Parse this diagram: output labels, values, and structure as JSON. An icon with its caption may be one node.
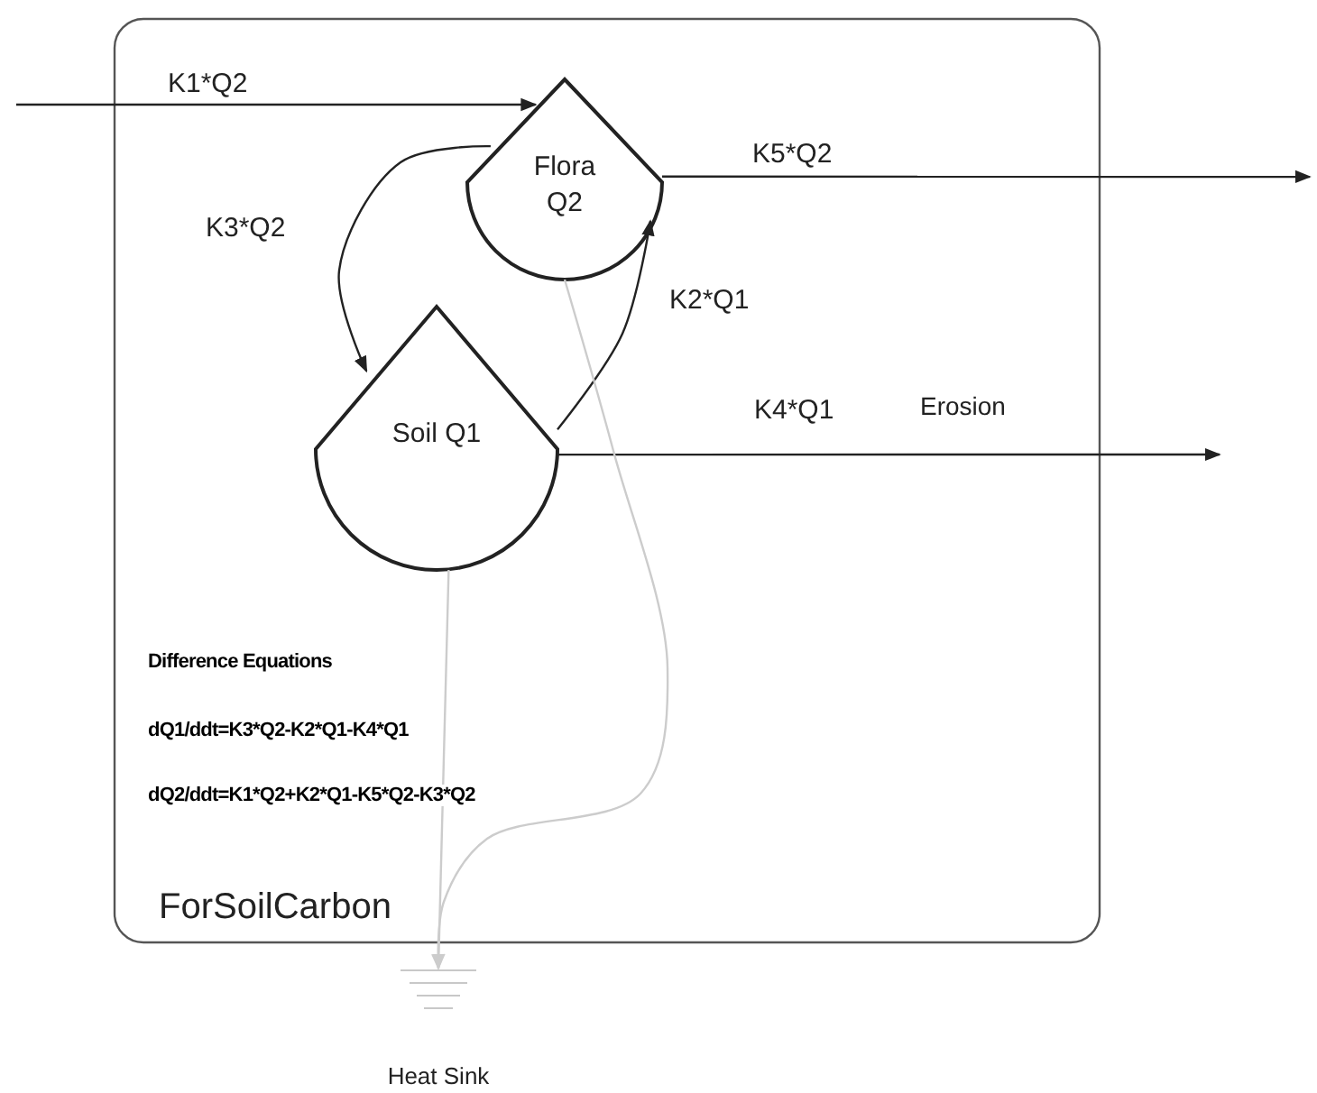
{
  "diagram": {
    "nodes": [
      {
        "text": [
          "ForSoilCarbon"
        ]
      },
      {
        "text": [
          "Flora Q2"
        ],
        "in": 0
      },
      {
        "text": [
          "Soil Q1"
        ],
        "in": 0
      },
      {
        "text": [],
        "shape": "ground",
        "beside": [
          "Heat Sink"
        ]
      }
    ],
    "edges": [
      {
        "from": null,
        "to": 1,
        "arrow": "to",
        "label": "K1*Q2"
      },
      {
        "from": 1,
        "to": null,
        "arrow": "to",
        "label": "K5*Q2"
      },
      {
        "from": 1,
        "to": 2,
        "arrow": "to",
        "label": "K3*Q2"
      },
      {
        "from": 2,
        "to": 1,
        "arrow": "to",
        "label": "K2*Q1"
      },
      {
        "from": 2,
        "to": null,
        "arrow": "to",
        "label": "K4*Q1"
      },
      {
        "from": 2,
        "to": 3,
        "arrow": "to",
        "color": "#cccccc"
      },
      {
        "from": 1,
        "to": 3,
        "arrow": "to",
        "color": "#cccccc"
      }
    ],
    "labels": [
      "Erosion",
      "Difference Equations",
      "dQ1/ddt=K3*Q2-K2*Q1-K4*Q1",
      "dQ2/ddt=K1*Q2+K2*Q1-K5*Q2-K3*Q2"
    ]
  }
}
